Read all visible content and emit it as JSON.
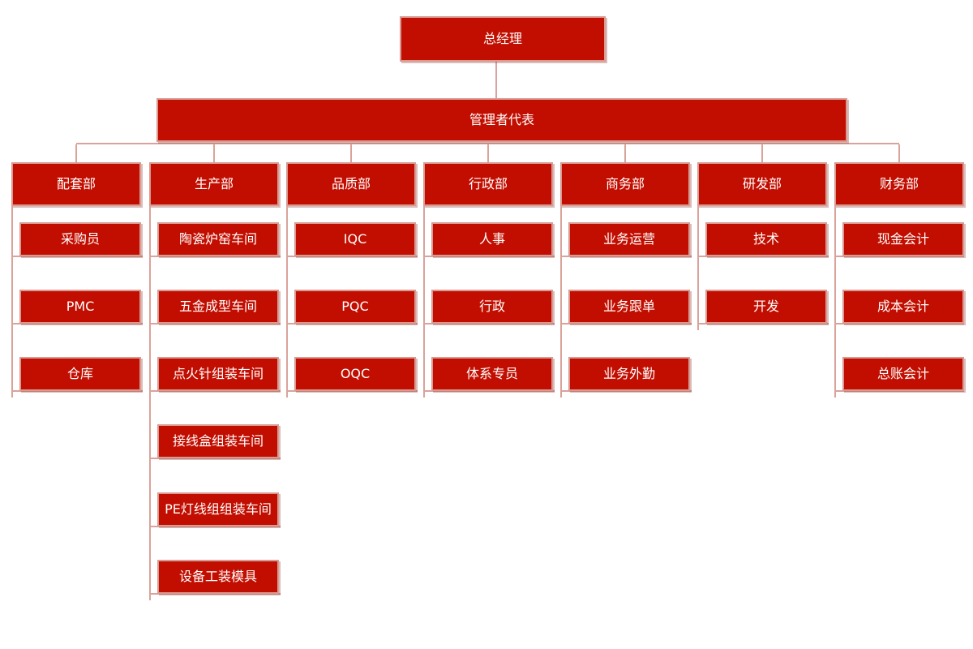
{
  "root": "总经理",
  "representative": "管理者代表",
  "line_color": "#d9a39b",
  "box_color": "#c20e00",
  "departments": [
    {
      "name": "配套部",
      "items": [
        "采购员",
        "PMC",
        "仓库"
      ]
    },
    {
      "name": "生产部",
      "items": [
        "陶瓷炉窑车间",
        "五金成型车间",
        "点火针组装车间",
        "接线盒组装车间",
        "PE灯线组组装车间",
        "设备工装模具"
      ]
    },
    {
      "name": "品质部",
      "items": [
        "IQC",
        "PQC",
        "OQC"
      ]
    },
    {
      "name": "行政部",
      "items": [
        "人事",
        "行政",
        "体系专员"
      ]
    },
    {
      "name": "商务部",
      "items": [
        "业务运营",
        "业务跟单",
        "业务外勤"
      ]
    },
    {
      "name": "研发部",
      "items": [
        "技术",
        "开发"
      ]
    },
    {
      "name": "财务部",
      "items": [
        "现金会计",
        "成本会计",
        "总账会计"
      ]
    }
  ]
}
